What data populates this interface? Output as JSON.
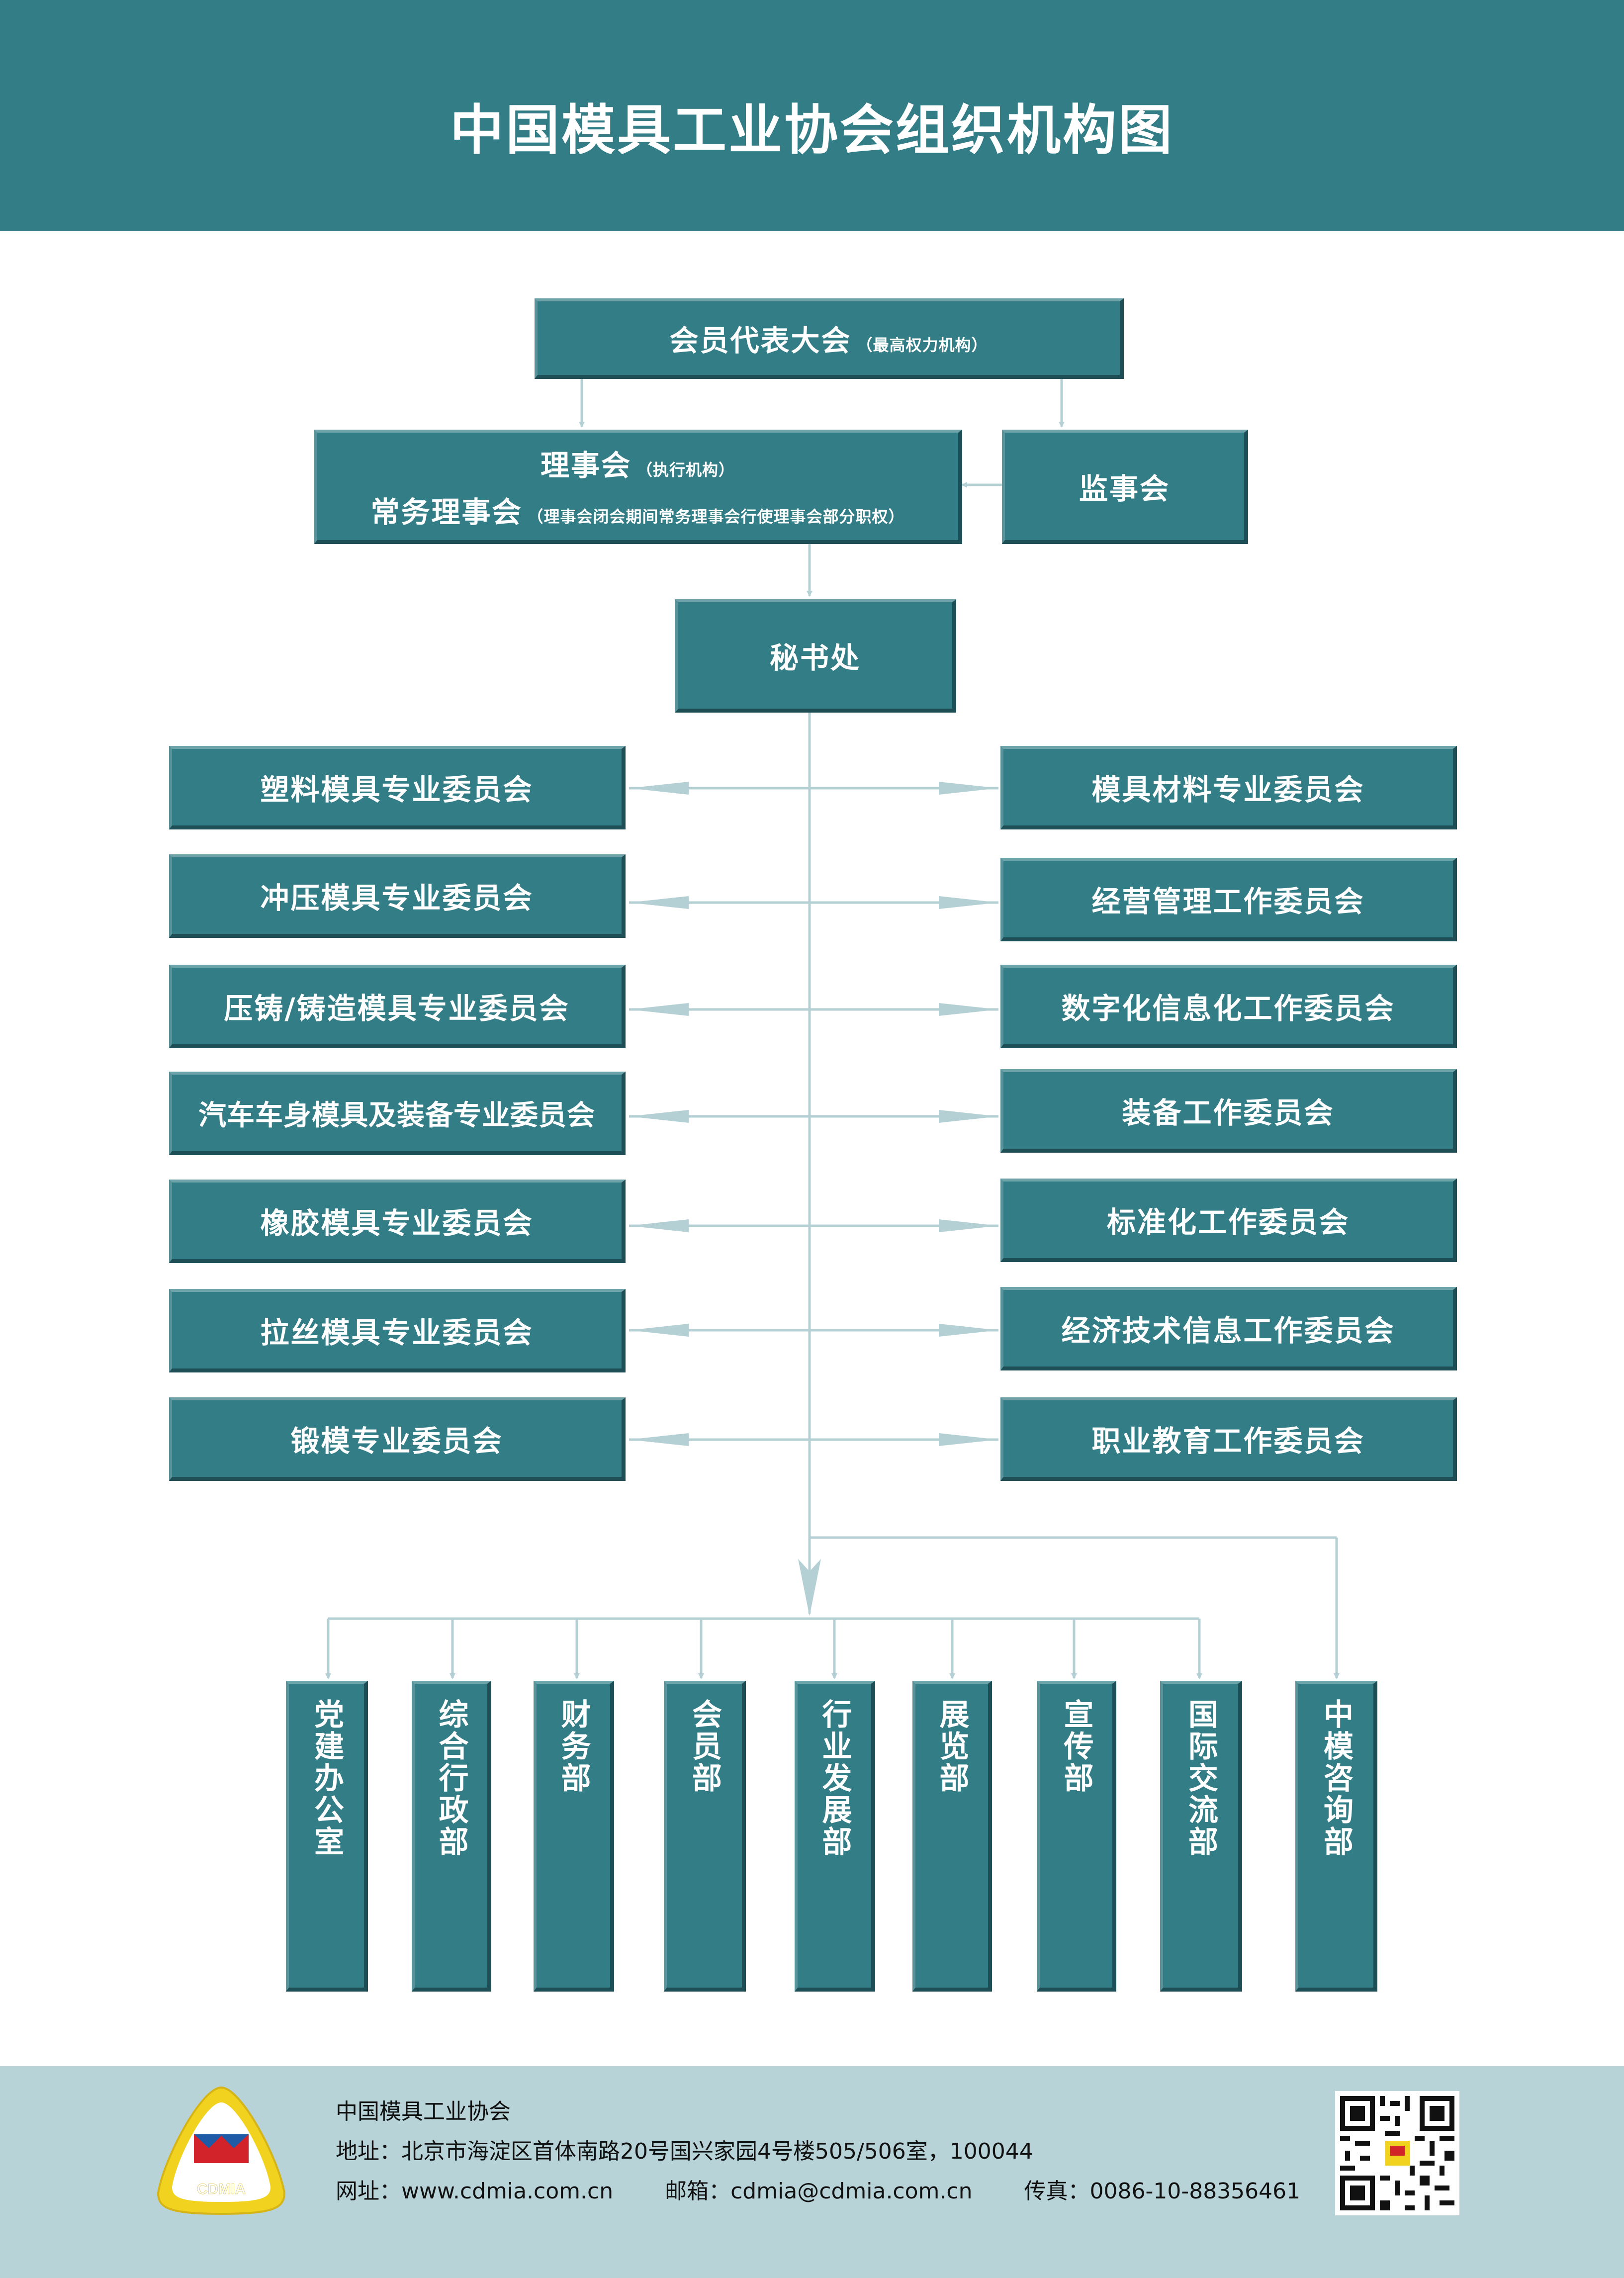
{
  "header": {
    "title": "中国模具工业协会组织机构图"
  },
  "top": {
    "assembly": {
      "label": "会员代表大会",
      "note": "（最高权力机构）"
    },
    "council": {
      "label": "理事会",
      "note": "（执行机构）",
      "standing_label": "常务理事会",
      "standing_note": "（理事会闭会期间常务理事会行使理事会部分职权）"
    },
    "supervisors": {
      "label": "监事会"
    },
    "secretariat": {
      "label": "秘书处"
    }
  },
  "committees_left": [
    "塑料模具专业委员会",
    "冲压模具专业委员会",
    "压铸/铸造模具专业委员会",
    "汽车车身模具及装备专业委员会",
    "橡胶模具专业委员会",
    "拉丝模具专业委员会",
    "锻模专业委员会"
  ],
  "committees_right": [
    "模具材料专业委员会",
    "经营管理工作委员会",
    "数字化信息化工作委员会",
    "装备工作委员会",
    "标准化工作委员会",
    "经济技术信息工作委员会",
    "职业教育工作委员会"
  ],
  "departments": [
    "党建办公室",
    "综合行政部",
    "财务部",
    "会员部",
    "行业发展部",
    "展览部",
    "宣传部",
    "国际交流部",
    "中模咨询部"
  ],
  "footer": {
    "org_name": "中国模具工业协会",
    "address": "地址：北京市海淀区首体南路20号国兴家园4号楼505/506室，100044",
    "website": "网址：www.cdmia.com.cn",
    "email": "邮箱：cdmia@cdmia.com.cn",
    "fax": "传真：0086-10-88356461",
    "logo_text": "CDMIA"
  },
  "colors": {
    "box": "#337d86",
    "header": "#337d86",
    "footer": "#b7d3d8",
    "connector": "#b4d0d5"
  }
}
